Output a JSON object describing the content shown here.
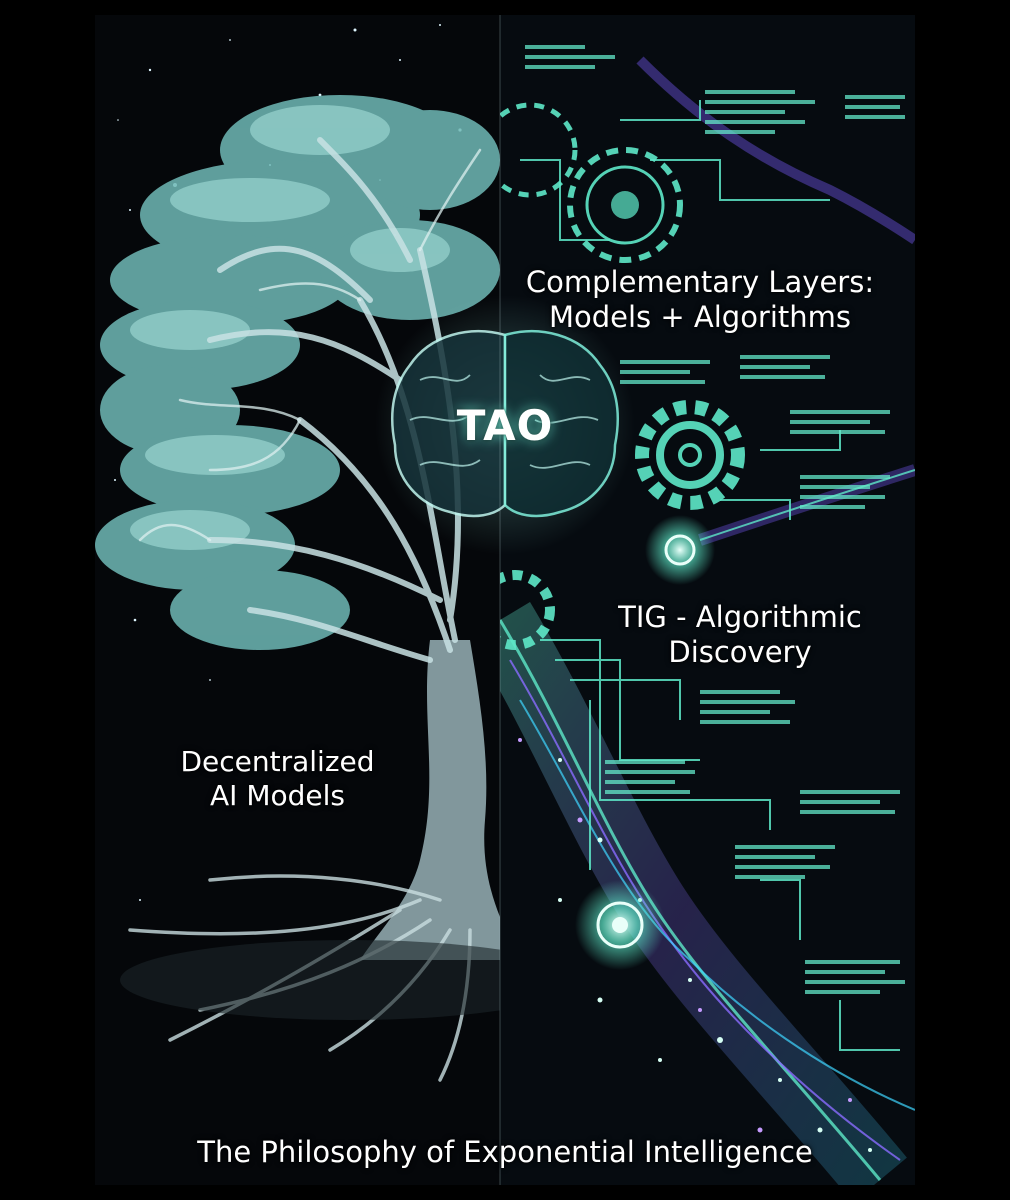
{
  "labels": {
    "tao": "TAO",
    "layers_line1": "Complementary Layers:",
    "layers_line2": "Models + Algorithms",
    "tig_line1": "TIG - Algorithmic",
    "tig_line2": "Discovery",
    "decentral_line1": "Decentralized",
    "decentral_line2": "AI Models",
    "footer": "The Philosophy of Exponential Intelligence"
  },
  "colors": {
    "background": "#000000",
    "panel": "#06080c",
    "tree": "#bfe3e6",
    "foliage": "#6fb9b6",
    "circuit": "#5ee8c8",
    "accent_purple": "#7a5cff",
    "text": "#ffffff"
  },
  "icons": [
    "tree-illustration",
    "brain-icon",
    "gear-icon",
    "circuit-lines",
    "code-blocks",
    "glowing-node-icon",
    "star-field"
  ]
}
